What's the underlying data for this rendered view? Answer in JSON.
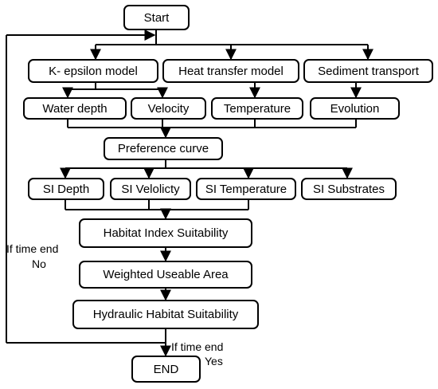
{
  "nodes": {
    "start": "Start",
    "k_epsilon": "K- epsilon model",
    "heat_transfer": "Heat transfer model",
    "sediment": "Sediment transport",
    "water_depth": "Water depth",
    "velocity": "Velocity",
    "temperature": "Temperature",
    "evolution": "Evolution",
    "preference": "Preference curve",
    "si_depth": "SI Depth",
    "si_velocity": "SI Velolicty",
    "si_temperature": "SI Temperature",
    "si_substrates": "SI Substrates",
    "habitat_index": "Habitat Index Suitability",
    "wua": "Weighted Useable Area",
    "hydraulic": "Hydraulic Habitat Suitability",
    "end": "END"
  },
  "labels": {
    "loop_line1": "If time end",
    "loop_line2": "No",
    "end_line1": "If time end",
    "end_line2": "Yes"
  },
  "colors": {
    "stroke": "#000000",
    "background": "#ffffff"
  }
}
